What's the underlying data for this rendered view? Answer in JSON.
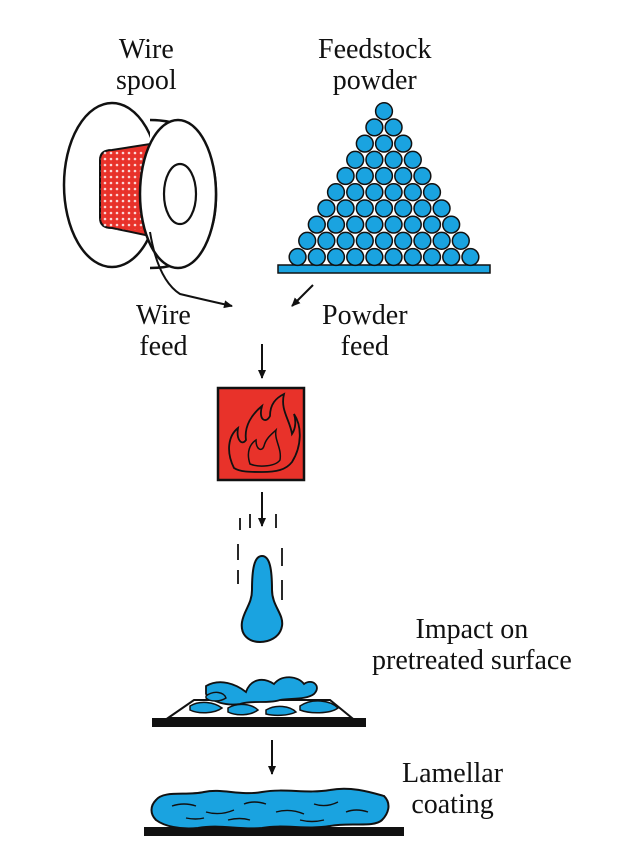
{
  "labels": {
    "wire_spool": [
      "Wire",
      "spool"
    ],
    "feedstock_powder": [
      "Feedstock",
      "powder"
    ],
    "wire_feed": [
      "Wire",
      "feed"
    ],
    "powder_feed": [
      "Powder",
      "feed"
    ],
    "impact": [
      "Impact on",
      "pretreated surface"
    ],
    "lamellar": [
      "Lamellar",
      "coating"
    ]
  },
  "icons": {
    "spool": "wire-spool-icon",
    "powder": "powder-pile-icon",
    "heat_source": "flame-icon",
    "droplet": "molten-droplet-icon",
    "splat": "splat-impact-icon",
    "coating": "lamellar-coating-icon"
  },
  "colors": {
    "particle_blue": "#1aa3e0",
    "flame_red": "#e8322a",
    "outline": "#111111",
    "substrate": "#111111"
  }
}
